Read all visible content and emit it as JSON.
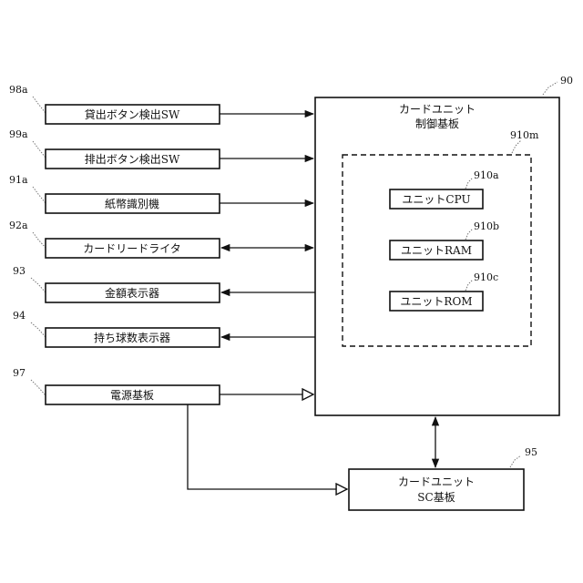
{
  "blocks": {
    "b98a": {
      "ref": "98a",
      "label": "貸出ボタン検出SW"
    },
    "b99a": {
      "ref": "99a",
      "label": "排出ボタン検出SW"
    },
    "b91a": {
      "ref": "91a",
      "label": "紙幣識別機"
    },
    "b92a": {
      "ref": "92a",
      "label": "カードリードライタ"
    },
    "b93": {
      "ref": "93",
      "label": "金額表示器"
    },
    "b94": {
      "ref": "94",
      "label": "持ち球数表示器"
    },
    "b97": {
      "ref": "97",
      "label": "電源基板"
    }
  },
  "control_board": {
    "ref": "90",
    "line1": "カードユニット",
    "line2": "制御基板"
  },
  "unit_group": {
    "ref": "910m"
  },
  "cpu": {
    "ref": "910a",
    "label": "ユニットCPU"
  },
  "ram": {
    "ref": "910b",
    "label": "ユニットRAM"
  },
  "rom": {
    "ref": "910c",
    "label": "ユニットROM"
  },
  "sc_board": {
    "ref": "95",
    "line1": "カードユニット",
    "line2": "SC基板"
  }
}
